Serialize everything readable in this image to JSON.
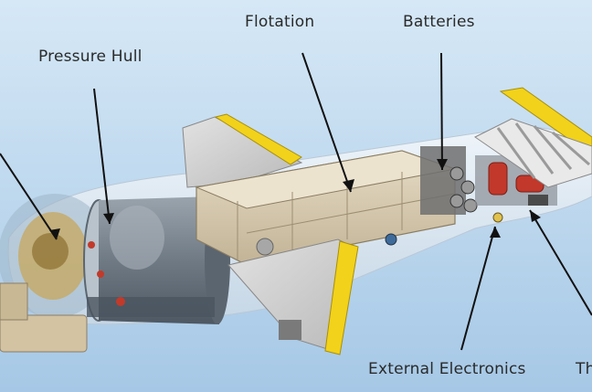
{
  "labels": {
    "flotation": "Flotation",
    "batteries": "Batteries",
    "pressure_hull": "Pressure Hull",
    "external_electronics": "External Electronics",
    "thrusters_partial": "Th"
  },
  "colors": {
    "background_top": "#cfe3f3",
    "background_bottom": "#a9cbe8",
    "hull_shell": "#e6eef5",
    "flotation_block": "#d8cbb0",
    "fin_gray": "#cfcfcf",
    "fin_edge_yellow": "#f2d21a",
    "pressure_hull_gray": "#7f8a95",
    "leader_line": "#111111"
  }
}
